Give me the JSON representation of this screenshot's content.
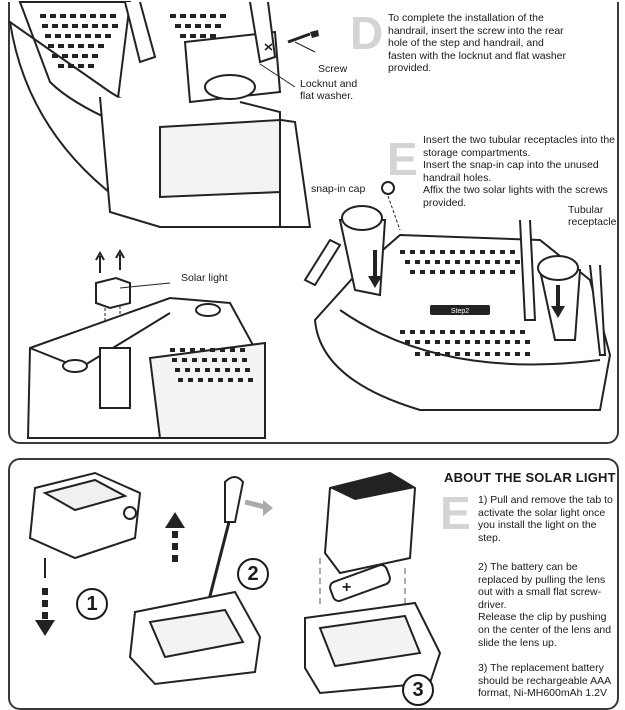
{
  "step_d": {
    "letter": "D",
    "lines": [
      "To complete the installation of the",
      "handrail, insert the screw into the rear",
      "hole of the step and handrail, and",
      "fasten with the locknut and flat washer",
      "provided."
    ],
    "label_screw": "Screw",
    "label_locknut": [
      "Locknut and",
      "flat washer."
    ]
  },
  "step_e": {
    "letter": "E",
    "lines": [
      "Insert the two tubular receptacles into the",
      "storage compartments.",
      "Insert the snap-in cap into the unused",
      "handrail holes.",
      "Affix the two solar lights with the screws",
      "provided."
    ],
    "label_snap_cap": "snap-in cap",
    "label_tubular": [
      "Tubular",
      "receptacle"
    ],
    "label_solar_light": "Solar light"
  },
  "solar": {
    "heading": "ABOUT THE SOLAR LIGHT",
    "letter": "E",
    "para1": [
      "1) Pull and remove the tab to",
      "activate the solar light once",
      "you install the light on the",
      "step."
    ],
    "para2": [
      "2) The battery can be",
      "replaced by pulling the lens",
      "out with a small flat screw-",
      "driver.",
      "Release the clip by pushing",
      "on the center of the lens and",
      "slide the lens up."
    ],
    "para3": [
      "3) The replacement battery",
      "should be rechargeable AAA",
      "format, Ni-MH600mAh 1.2V"
    ],
    "step_numbers": [
      "1",
      "2",
      "3"
    ]
  },
  "icons": {
    "stair_logo": "Step2"
  }
}
